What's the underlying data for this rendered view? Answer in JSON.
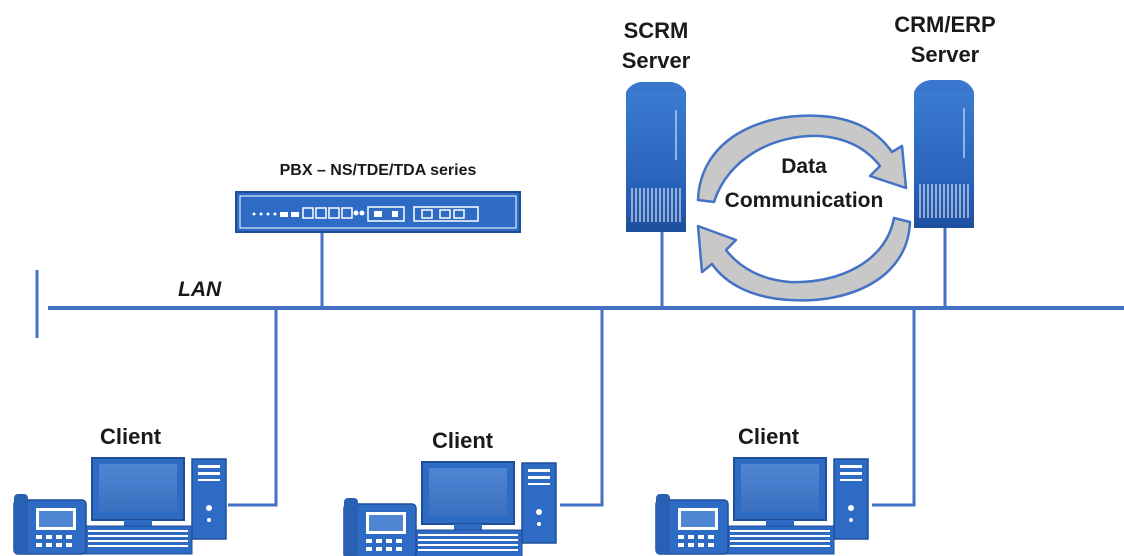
{
  "labels": {
    "scrm_server": [
      "SCRM",
      "Server"
    ],
    "crm_erp_server": [
      "CRM/ERP",
      "Server"
    ],
    "pbx": "PBX – NS/TDE/TDA series",
    "lan": "LAN",
    "data_communication": [
      "Data",
      "Communication"
    ],
    "clients": [
      "Client",
      "Client",
      "Client"
    ]
  },
  "colors": {
    "line": "#4472c4",
    "device_fill": "#2e6bc5",
    "device_dark": "#1f4e99",
    "arrow_fill": "#c8c8c8",
    "arrow_stroke": "#4472c4",
    "text": "#1a1a1a"
  },
  "icons": [
    "server-icon",
    "pbx-icon",
    "desktop-computer-icon",
    "ip-phone-icon",
    "keyboard-icon",
    "tower-pc-icon",
    "cycle-arrow-icon"
  ]
}
